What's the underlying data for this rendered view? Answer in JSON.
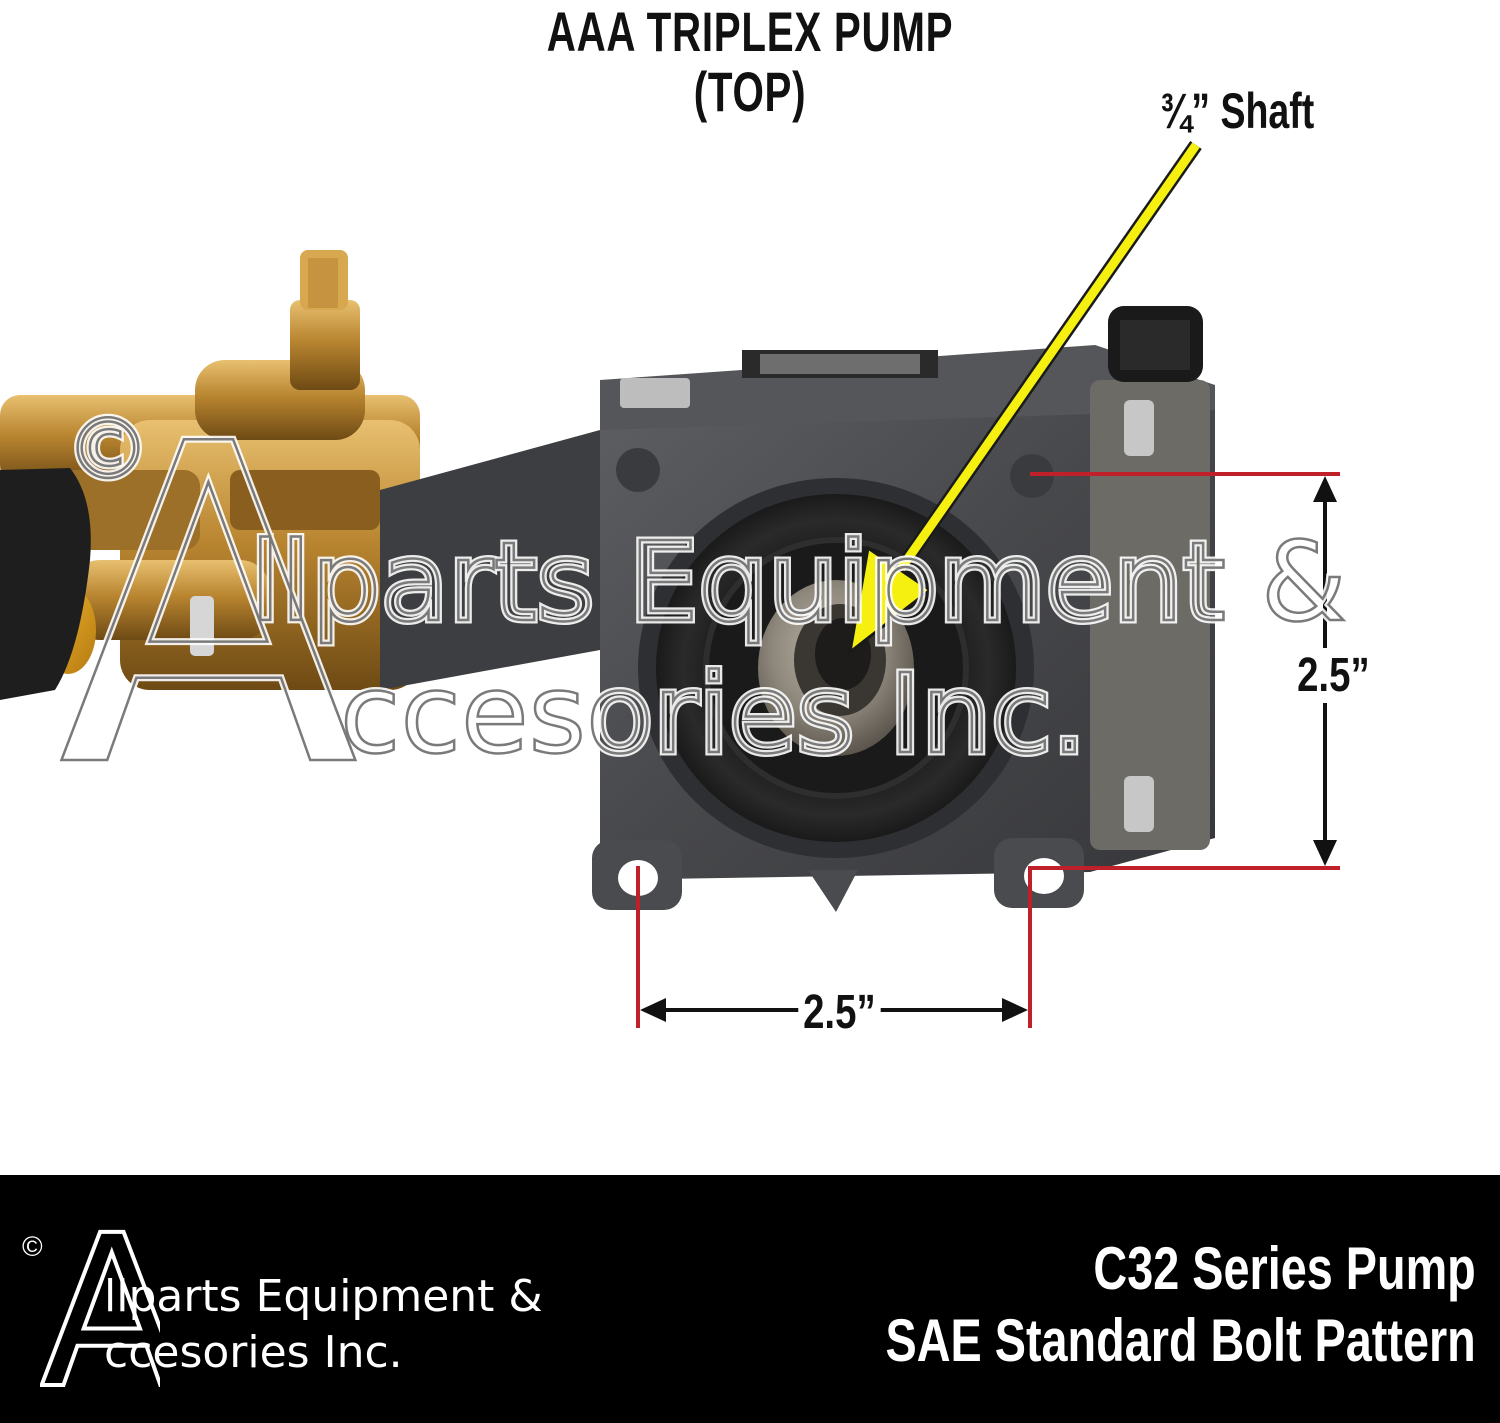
{
  "heading": {
    "line1": "AAA TRIPLEX PUMP",
    "line2": "(TOP)"
  },
  "annotations": {
    "shaft_label": "¾” Shaft",
    "vertical_dimension": "2.5”",
    "horizontal_dimension": "2.5”"
  },
  "watermark": {
    "copyright": "©",
    "initial": "A",
    "line1": "llparts Equipment &",
    "line2": "ccesories Inc."
  },
  "footer": {
    "logo": {
      "copyright": "©",
      "initial": "A",
      "line1": "llparts Equipment &",
      "line2": "ccesories Inc."
    },
    "product_line1": "C32 Series Pump",
    "product_line2": "SAE Standard Bolt Pattern"
  },
  "colors": {
    "arrow": "#f5f010",
    "dimension_line": "#c0202a",
    "footer_bg": "#000000"
  }
}
